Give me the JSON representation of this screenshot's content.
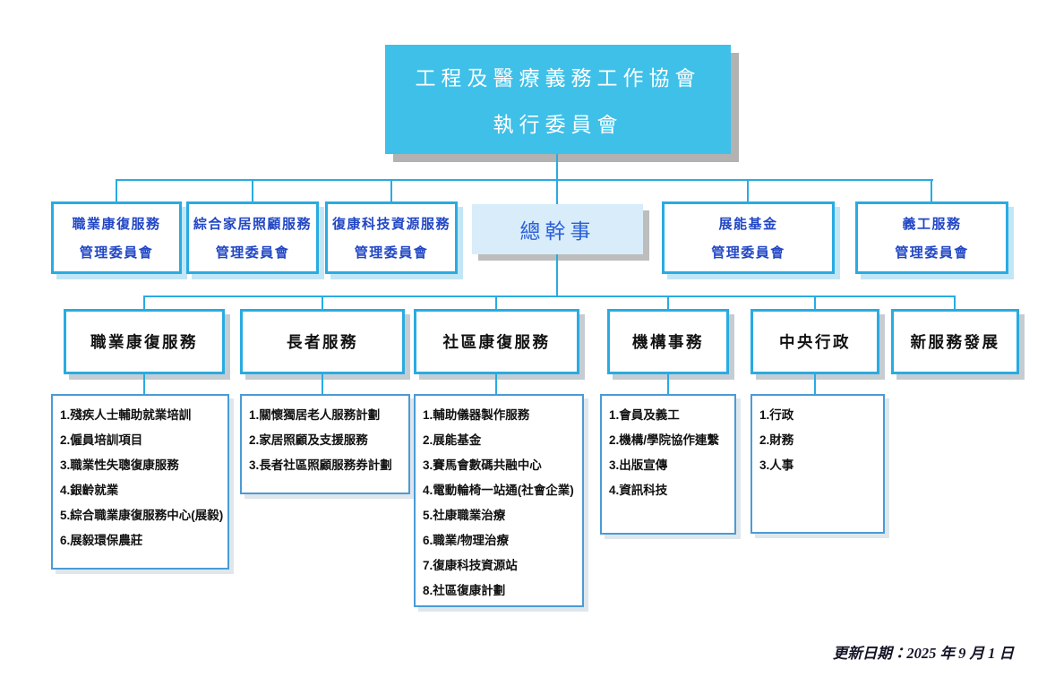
{
  "colors": {
    "root_fill": "#3EC0E8",
    "connector": "#29ABE2",
    "committee_text": "#2247C5",
    "ce_fill": "#D8EDF9",
    "division_text": "#111111"
  },
  "root": {
    "line1": "工程及醫療義務工作協會",
    "line2": "執行委員會"
  },
  "chief_executive": {
    "label": "總幹事"
  },
  "committees": [
    {
      "line1": "職業康復服務",
      "line2": "管理委員會"
    },
    {
      "line1": "綜合家居照顧服務",
      "line2": "管理委員會"
    },
    {
      "line1": "復康科技資源服務",
      "line2": "管理委員會"
    },
    {
      "line1": "展能基金",
      "line2": "管理委員會"
    },
    {
      "line1": "義工服務",
      "line2": "管理委員會"
    }
  ],
  "divisions": [
    {
      "label": "職業康復服務",
      "items": [
        "1.殘疾人士輔助就業培訓",
        "2.僱員培訓項目",
        "3.職業性失聰復康服務",
        "4.銀齡就業",
        "5.綜合職業康復服務中心(展毅)",
        "6.展毅環保農莊"
      ]
    },
    {
      "label": "長者服務",
      "items": [
        "1.關懷獨居老人服務計劃",
        "2.家居照顧及支援服務",
        "3.長者社區照顧服務券計劃"
      ]
    },
    {
      "label": "社區康復服務",
      "items": [
        "1.輔助儀器製作服務",
        "2.展能基金",
        "3.賽馬會數碼共融中心",
        "4.電動輪椅一站通(社會企業)",
        "5.社康職業治療",
        "6.職業/物理治療",
        "7.復康科技資源站",
        "8.社區復康計劃"
      ]
    },
    {
      "label": "機構事務",
      "items": [
        "1.會員及義工",
        "2.機構/學院協作連繫",
        "3.出版宣傳",
        "4.資訊科技"
      ]
    },
    {
      "label": "中央行政",
      "items": [
        "1.行政",
        "2.財務",
        "3.人事"
      ]
    },
    {
      "label": "新服務發展",
      "items": []
    }
  ],
  "footer": {
    "updated": "更新日期：2025 年 9 月 1 日"
  }
}
